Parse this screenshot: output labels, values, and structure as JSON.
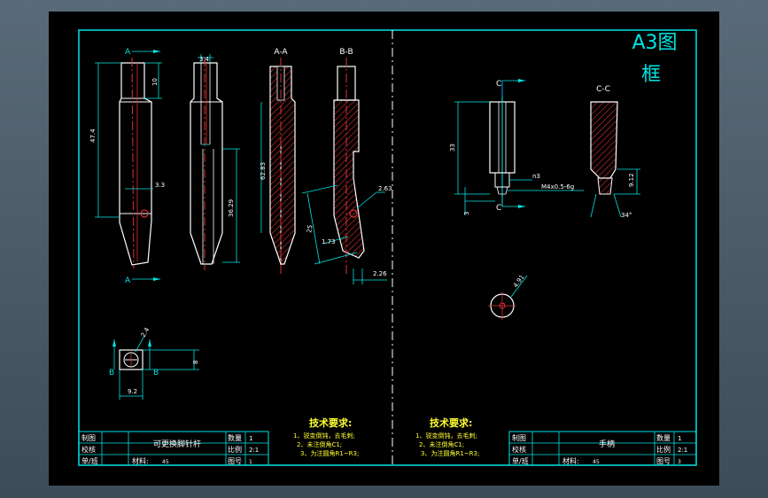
{
  "colors": {
    "frame": "#00e5e5",
    "outline": "#ffffff",
    "hatch": "#e03030",
    "center": "#e03030",
    "dim": "#00e5e5",
    "text": "#ffffff",
    "title": "#ffff30",
    "axis": "#00aaff"
  },
  "frame_label": {
    "line1": "A3图",
    "line2": "框"
  },
  "left_drawing": {
    "section_labels": {
      "a_top": "A",
      "a_bottom": "A",
      "aa": "A-A",
      "bb": "B-B",
      "b_left": "B",
      "b_right": "B"
    },
    "dims": {
      "d47_4": "47.4",
      "d10": "10",
      "d3_4": "3.4",
      "d3_3": "3.3",
      "d36_29": "36.29",
      "d62_83": "62.83",
      "d2_63": "2.63",
      "d25": "25",
      "d1_73": "1.73",
      "d2_26": "2.26",
      "d8": "8",
      "d9_2": "9.2",
      "d2_4": "2.4"
    },
    "tech_req": {
      "title": "技术要求:",
      "item1": "1、锐变倒钝，去毛刺;",
      "item2": "2、未注倒角C1;",
      "item3": "3、为注圆角R1~R3;"
    },
    "title_block": {
      "draw": "制图",
      "check": "校核",
      "unit": "单/班",
      "part_name": "可更换脚针杆",
      "qty_label": "数量",
      "qty": "1",
      "scale_label": "比例",
      "scale": "2:1",
      "material_label": "材料:",
      "material": "45",
      "drawing_no_label": "图号",
      "drawing_no": "1"
    }
  },
  "right_drawing": {
    "section_labels": {
      "c_top": "C",
      "c_bottom": "C",
      "cc": "C-C"
    },
    "dims": {
      "d33": "33",
      "d3": "3",
      "d3_top": "n3",
      "thread": "M4x0.5-6g",
      "d9_12": "9.12",
      "angle": "34°",
      "d4_91": "4.91"
    },
    "tech_req": {
      "title": "技术要求:",
      "item1": "1、锐变倒钝，去毛刺;",
      "item2": "2、未注倒角C1;",
      "item3": "3、为注圆角R1~R3;"
    },
    "title_block": {
      "draw": "制图",
      "check": "校核",
      "unit": "单/班",
      "part_name": "手柄",
      "qty_label": "数量",
      "qty": "1",
      "scale_label": "比例",
      "scale": "2:1",
      "material_label": "材料:",
      "material": "45",
      "drawing_no_label": "图号",
      "drawing_no": "3"
    }
  }
}
